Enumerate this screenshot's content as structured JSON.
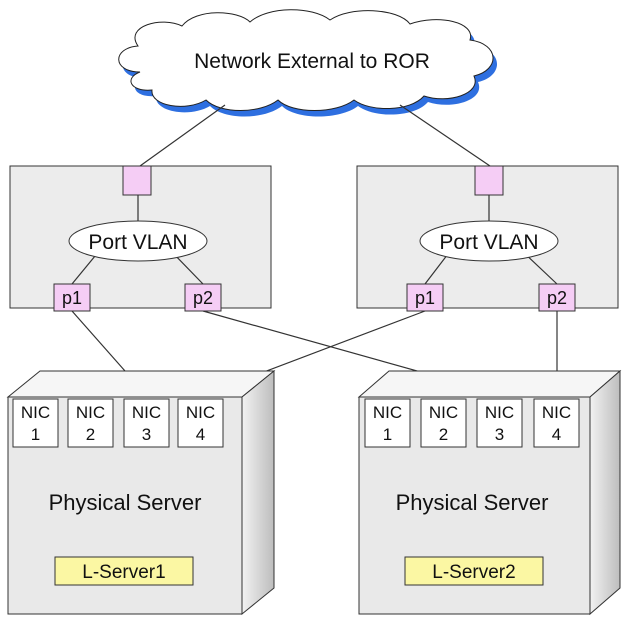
{
  "cloud": {
    "label": "Network External to ROR"
  },
  "switches": [
    {
      "vlan_label": "Port VLAN",
      "ports": [
        "p1",
        "p2"
      ]
    },
    {
      "vlan_label": "Port VLAN",
      "ports": [
        "p1",
        "p2"
      ]
    }
  ],
  "servers": [
    {
      "nics": [
        {
          "top": "NIC",
          "num": "1"
        },
        {
          "top": "NIC",
          "num": "2"
        },
        {
          "top": "NIC",
          "num": "3"
        },
        {
          "top": "NIC",
          "num": "4"
        }
      ],
      "label": "Physical Server",
      "lserver": "L-Server1"
    },
    {
      "nics": [
        {
          "top": "NIC",
          "num": "1"
        },
        {
          "top": "NIC",
          "num": "2"
        },
        {
          "top": "NIC",
          "num": "3"
        },
        {
          "top": "NIC",
          "num": "4"
        }
      ],
      "label": "Physical Server",
      "lserver": "L-Server2"
    }
  ],
  "colors": {
    "switch_fill": "#ececec",
    "port_fill": "#f5cdf5",
    "lserver_fill": "#fbf7a3",
    "cloud_shadow": "#2e6fe0",
    "server_front": "#e9e9e9",
    "server_side": "#cfcfcf",
    "server_top": "#f6f6f6"
  }
}
